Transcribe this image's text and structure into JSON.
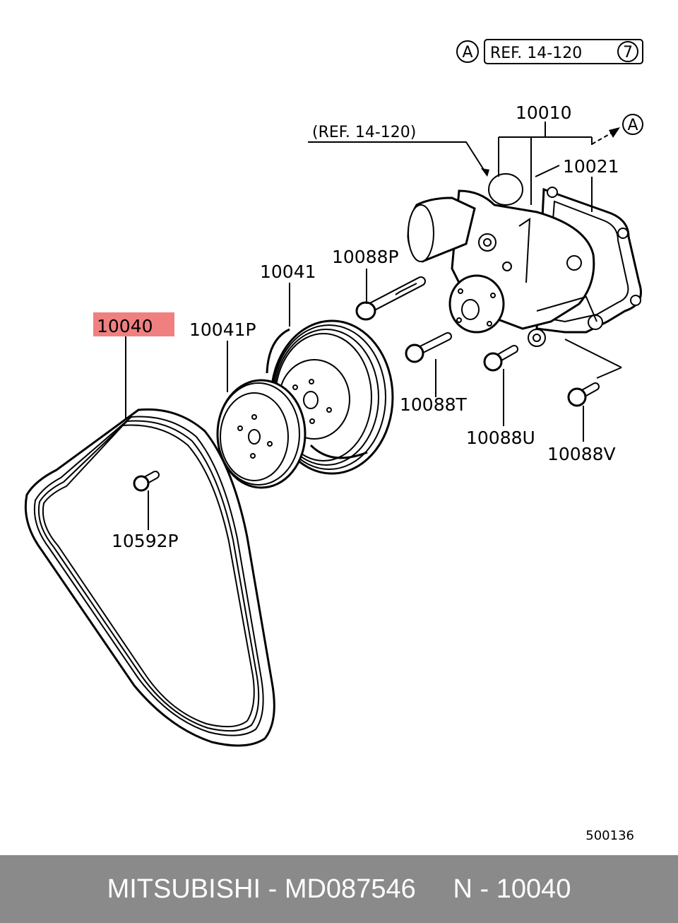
{
  "diagram": {
    "ref_box": {
      "circle_letter": "A",
      "text": "REF. 14-120",
      "circle_number": "7"
    },
    "ref_callout": "(REF. 14-120)",
    "arrow_marker": "A",
    "part_labels": {
      "p10010": "10010",
      "p10021": "10021",
      "p10041": "10041",
      "p10088p": "10088P",
      "p10040": "10040",
      "p10041p": "10041P",
      "p10088t": "10088T",
      "p10088u": "10088U",
      "p10088v": "10088V",
      "p10592p": "10592P"
    },
    "highlighted_part": "10040",
    "highlight_color": "#f08080",
    "drawing_number": "500136"
  },
  "footer": {
    "text": "MITSUBISHI - MD087546     N - 10040",
    "background": "#8a8a8a"
  }
}
